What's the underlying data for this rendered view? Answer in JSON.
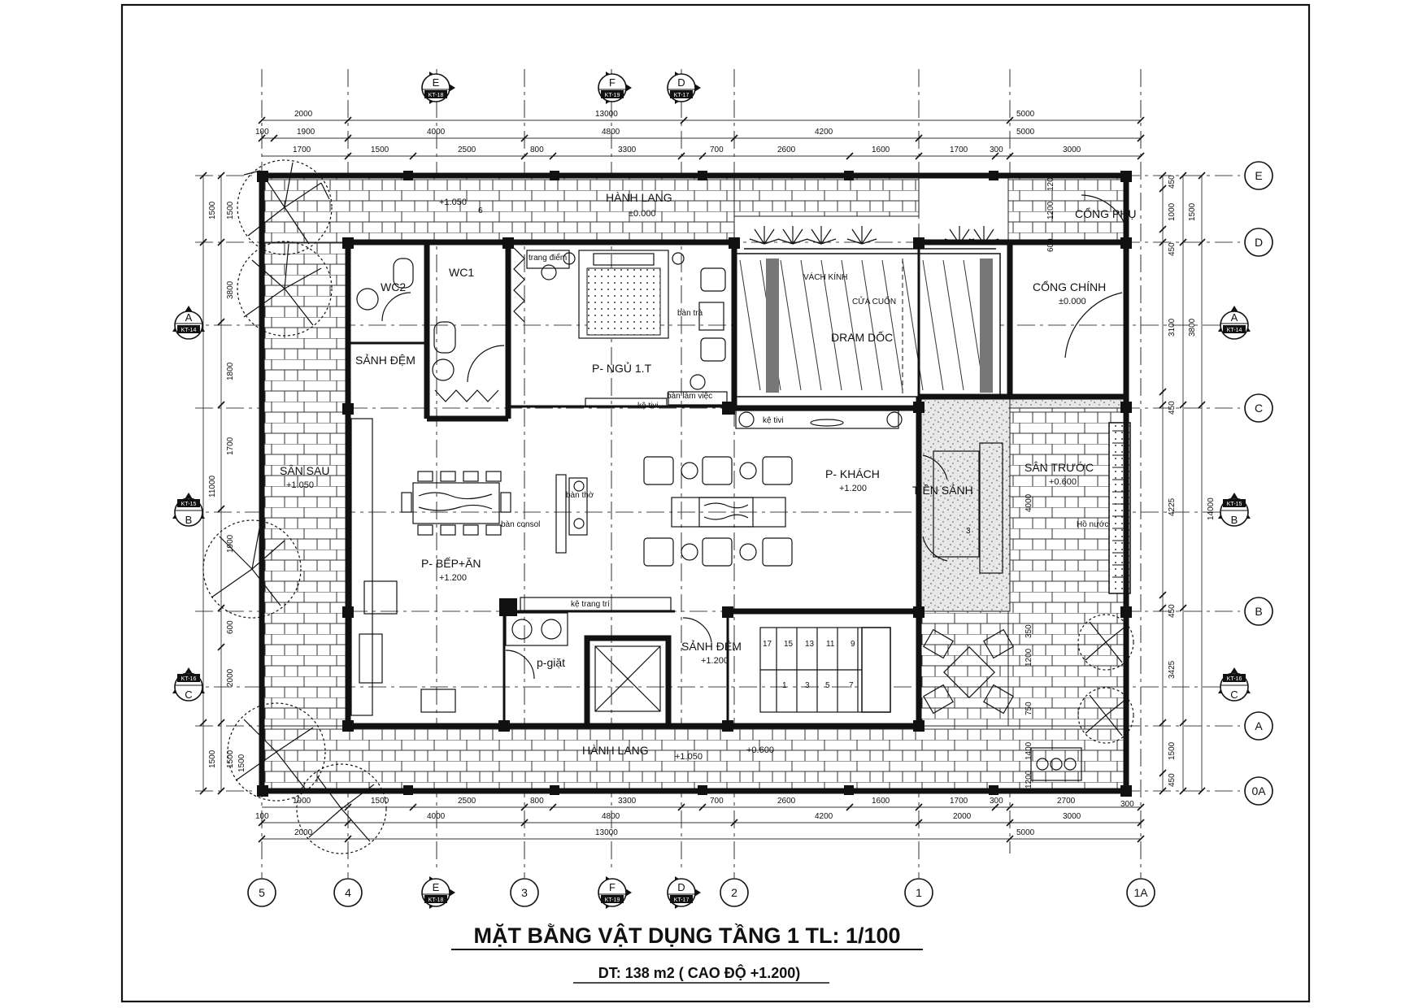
{
  "title": "MẶT BẰNG VẬT DỤNG TẦNG 1 TL: 1/100",
  "subtitle": "DT: 138 m2 ( CAO ĐỘ +1.200)",
  "rooms": {
    "hanh_lang_top": "HÀNH LANG",
    "hanh_lang_bottom": "HÀNH LANG",
    "cong_phu": "CỔNG PHỤ",
    "cong_chinh": "CỔNG CHÍNH",
    "wc1": "WC1",
    "wc2": "WC2",
    "sanh_dem_left": "SẢNH ĐỆM",
    "p_ngu": "P- NGỦ 1.T",
    "dram_doc": "DRAM DỐC",
    "p_khach": "P- KHÁCH",
    "tien_sanh": "TIỀN SẢNH",
    "san_truoc": "SÂN TRƯỚC",
    "san_sau": "SÂN SAU",
    "p_bep_an": "P- BẾP+ĂN",
    "p_giat": "p-giặt",
    "sanh_dem_center": "SẢNH ĐỆM",
    "ho_nuoc": "Hồ nước"
  },
  "elevations": {
    "hanh_lang_top_a": "+1.050",
    "hanh_lang_top_b": "±0.000",
    "cong_chinh": "±0.000",
    "san_sau": "+1.050",
    "p_khach": "+1.200",
    "san_truoc": "+0.600",
    "p_bep": "+1.200",
    "sanh_dem": "+1.200",
    "hanh_lang_bottom_a": "+1.050",
    "hanh_lang_bottom_b": "+0.600"
  },
  "furniture_labels": {
    "trang_diem": "trang điểm",
    "ban_tra": "bàn trà",
    "ke_tivi_bed": "kệ tivi",
    "ban_lam_viec": "bàn làm việc",
    "ke_tivi_living": "kệ tivi",
    "vach_kinh": "VÁCH KÍNH",
    "cua_cuon": "CỬA CUỐN",
    "ban_tho": "bàn thờ",
    "ban_consol": "bàn consol",
    "ke_trang_tri": "kệ trang trí"
  },
  "stair_numbers_top": [
    "17",
    "15",
    "13",
    "11",
    "9"
  ],
  "stair_numbers_bottom": [
    "1",
    "3",
    "5",
    "7"
  ],
  "grid_bottom": [
    "5",
    "4",
    "3",
    "2",
    "1",
    "1A"
  ],
  "grid_right": [
    "E",
    "D",
    "C",
    "B",
    "A",
    "0A"
  ],
  "sections": {
    "E": {
      "letter": "E",
      "ref": "KT-18"
    },
    "F": {
      "letter": "F",
      "ref": "KT-19"
    },
    "D": {
      "letter": "D",
      "ref": "KT-17"
    },
    "A": {
      "letter": "A",
      "ref": "KT-14"
    },
    "B": {
      "letter": "B",
      "ref": "KT-15"
    },
    "C": {
      "letter": "C",
      "ref": "KT-16"
    }
  },
  "dims_top_1": [
    "2000",
    "13000",
    "5000"
  ],
  "dims_top_2": [
    "100",
    "1900",
    "4000",
    "4800",
    "4200",
    "5000"
  ],
  "dims_top_3": [
    "1700",
    "1500",
    "2500",
    "800",
    "3300",
    "700",
    "2600",
    "1600",
    "1700",
    "300",
    "3000"
  ],
  "dims_bottom_1": [
    "1900",
    "1500",
    "2500",
    "800",
    "3300",
    "700",
    "2600",
    "1600",
    "1700",
    "300",
    "2700"
  ],
  "dims_bottom_2": [
    "100",
    "4000",
    "4800",
    "4200",
    "2000",
    "3000"
  ],
  "dims_bottom_3": [
    "2000",
    "13000",
    "5000"
  ],
  "dims_left_outer": [
    "1500",
    "11000",
    "1500"
  ],
  "dims_left_inner": [
    "1500",
    "3800",
    "1800",
    "1700",
    "1900",
    "600",
    "2000",
    "1500"
  ],
  "dims_right_outer": [
    "1500",
    "3800",
    "14000"
  ],
  "dims_right_inner": [
    "450",
    "1000",
    "450",
    "3100",
    "450",
    "4225",
    "450",
    "3425",
    "1500",
    "450"
  ],
  "stair_note_1": "3",
  "stair_note_2": "6",
  "misc_dims": [
    "1200",
    "1200",
    "600",
    "4000",
    "350",
    "1200",
    "750",
    "1400",
    "1200",
    "1500",
    "300"
  ]
}
